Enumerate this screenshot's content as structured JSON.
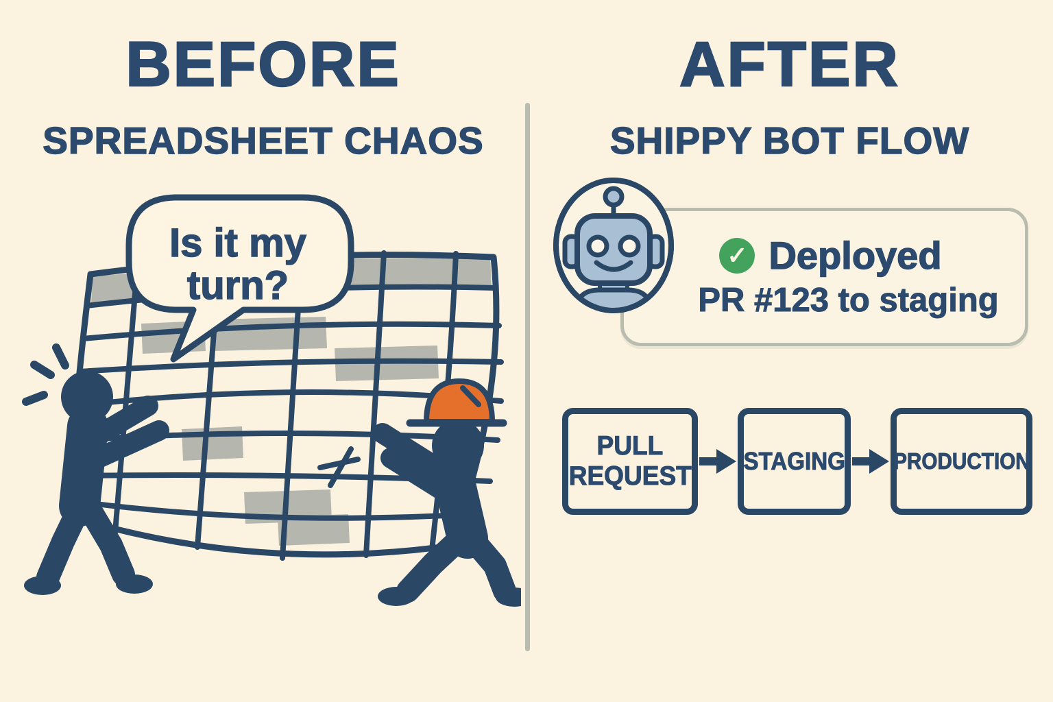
{
  "colors": {
    "background": "#fbf2e0",
    "navy": "#2c4a6e",
    "gray_cell": "#b5b7ae",
    "divider": "#b9bdb0",
    "hard_hat_orange": "#e4702b",
    "check_green": "#43a25c",
    "robot_fill": "#a9bfd3"
  },
  "left_panel": {
    "title": "BEFORE",
    "subtitle": "SPREADSHEET CHAOS",
    "speech_bubble": {
      "line1": "Is it my",
      "line2": "turn?"
    }
  },
  "right_panel": {
    "title": "AFTER",
    "subtitle": "SHIPPY BOT FLOW",
    "notification": {
      "status_icon": "check-circle",
      "status_text": "Deployed",
      "detail_text": "PR #123 to staging"
    },
    "pipeline": {
      "steps": [
        {
          "line1": "PULL",
          "line2": "REQUEST"
        },
        {
          "line1": "STAGING",
          "line2": ""
        },
        {
          "line1": "PRODUCTION",
          "line2": ""
        }
      ]
    }
  }
}
